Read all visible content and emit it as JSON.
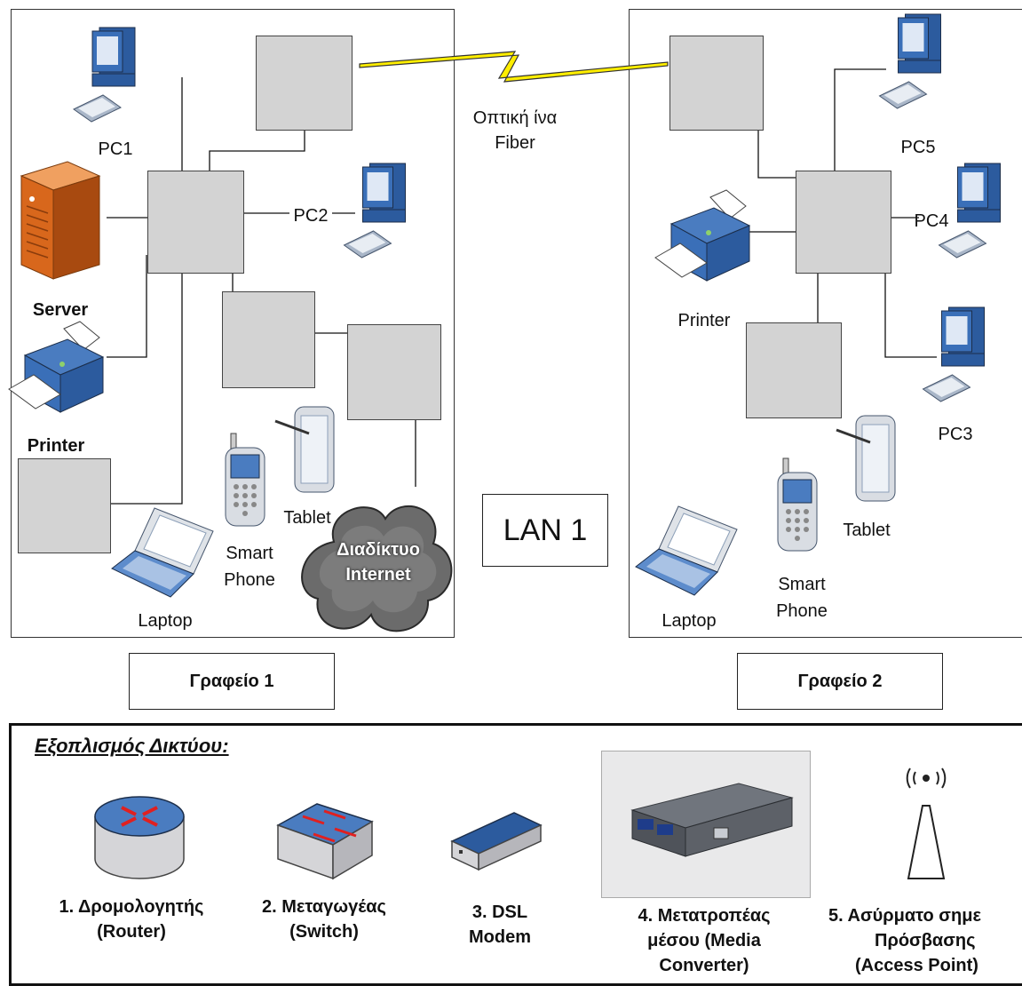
{
  "offices": {
    "office1": {
      "caption": "Γραφείο 1"
    },
    "office2": {
      "caption": "Γραφείο 2"
    }
  },
  "link": {
    "line1": "Οπτική ίνα",
    "line2": "Fiber"
  },
  "lan_box": "LAN 1",
  "office1_labels": {
    "pc1": "PC1",
    "pc2": "PC2",
    "server": "Server",
    "printer": "Printer",
    "tablet": "Tablet",
    "smartphone_line1": "Smart",
    "smartphone_line2": "Phone",
    "laptop": "Laptop",
    "internet_line1": "Διαδίκτυο",
    "internet_line2": "Internet"
  },
  "office2_labels": {
    "pc5": "PC5",
    "pc4": "PC4",
    "pc3": "PC3",
    "printer": "Printer",
    "tablet": "Tablet",
    "smartphone_line1": "Smart",
    "smartphone_line2": "Phone",
    "laptop": "Laptop"
  },
  "legend": {
    "title": "Εξοπλισμός Δικτύου:",
    "items": [
      {
        "lines": [
          "1. Δρομολογητής",
          "(Router)"
        ],
        "icon": "router-icon"
      },
      {
        "lines": [
          "2. Μεταγωγέας",
          "(Switch)"
        ],
        "icon": "switch-icon"
      },
      {
        "lines": [
          "3. DSL",
          "Modem"
        ],
        "icon": "modem-icon"
      },
      {
        "lines": [
          "4. Μετατροπέας",
          "μέσου (Media",
          "Converter)"
        ],
        "icon": "media-converter-icon"
      },
      {
        "lines": [
          "5. Ασύρματο σημε",
          "Πρόσβασης",
          "(Access Point)"
        ],
        "icon": "access-point-icon"
      }
    ]
  },
  "colors": {
    "placeholder": "#d3d3d3",
    "server": "#d8671c",
    "fiber": "#ffee00",
    "pc": "#2c5b9e",
    "cloud": "#6b6b6b"
  }
}
